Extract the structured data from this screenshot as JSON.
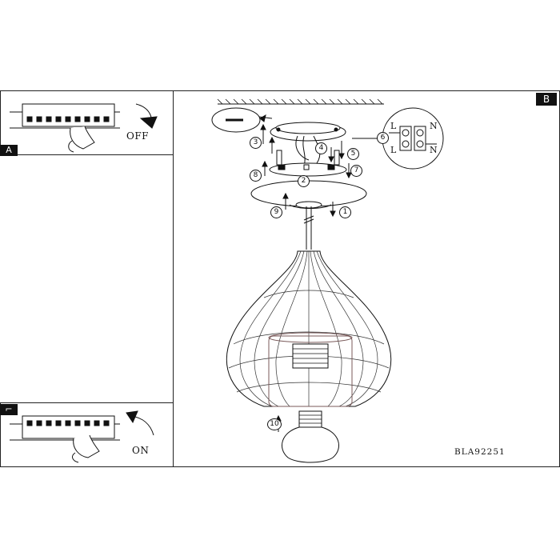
{
  "panels": {
    "a": {
      "tag": "A",
      "label": "OFF"
    },
    "b": {
      "tag": "B"
    },
    "c": {
      "tag": "",
      "label": "ON"
    }
  },
  "model": "BLA92251",
  "steps": [
    "1",
    "2",
    "3",
    "4",
    "5",
    "6",
    "7",
    "8",
    "9",
    "10"
  ],
  "terminal_letters": {
    "l_top": "L",
    "n_top": "N",
    "l_bottom": "L",
    "n_bottom": "N"
  }
}
